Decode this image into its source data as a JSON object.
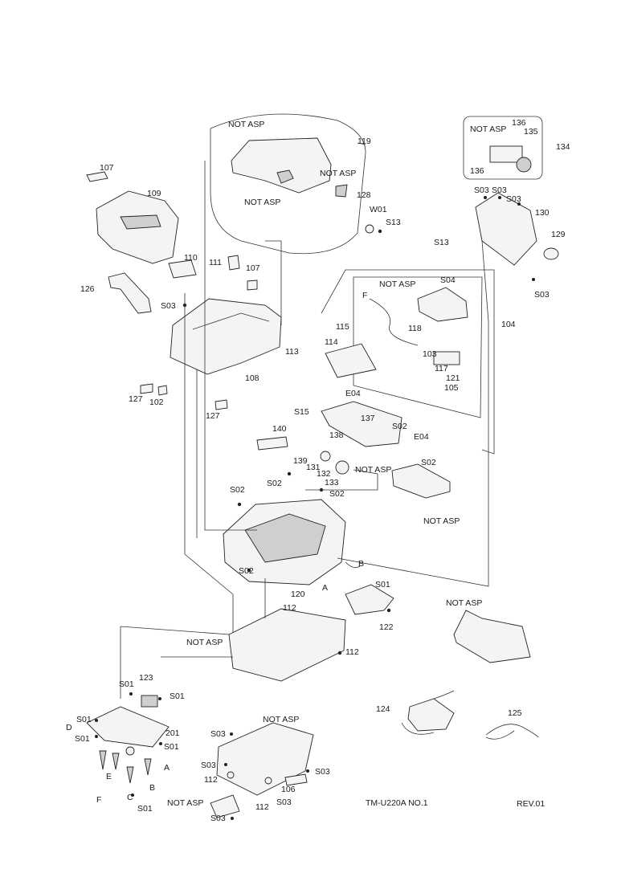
{
  "diagram": {
    "footer": {
      "model": "TM-U220A NO.1",
      "revision": "REV.01"
    },
    "labels": [
      "NOT ASP",
      "119",
      "NOT ASP",
      "NOT ASP",
      "128",
      "W01",
      "S13",
      "107",
      "109",
      "110",
      "111",
      "107",
      "126",
      "S03",
      "127",
      "102",
      "108",
      "127",
      "NOT ASP",
      "136",
      "135",
      "136",
      "134",
      "S03",
      "S03",
      "S03",
      "130",
      "129",
      "S03",
      "S13",
      "NOT ASP",
      "S04",
      "F",
      "115",
      "118",
      "104",
      "113",
      "114",
      "103",
      "117",
      "121",
      "105",
      "E04",
      "S15",
      "137",
      "S02",
      "138",
      "E04",
      "140",
      "139",
      "131",
      "132",
      "133",
      "NOT ASP",
      "S02",
      "S02",
      "S02",
      "S02",
      "NOT ASP",
      "S02",
      "120",
      "A",
      "B",
      "S01",
      "122",
      "112",
      "NOT ASP",
      "112",
      "NOT ASP",
      "S01",
      "123",
      "S01",
      "D",
      "S01",
      "201",
      "S01",
      "S01",
      "E",
      "C",
      "B",
      "A",
      "F",
      "S01",
      "S03",
      "NOT ASP",
      "S03",
      "112",
      "S03",
      "106",
      "112",
      "S03",
      "NOT ASP",
      "S03",
      "124",
      "125"
    ]
  }
}
